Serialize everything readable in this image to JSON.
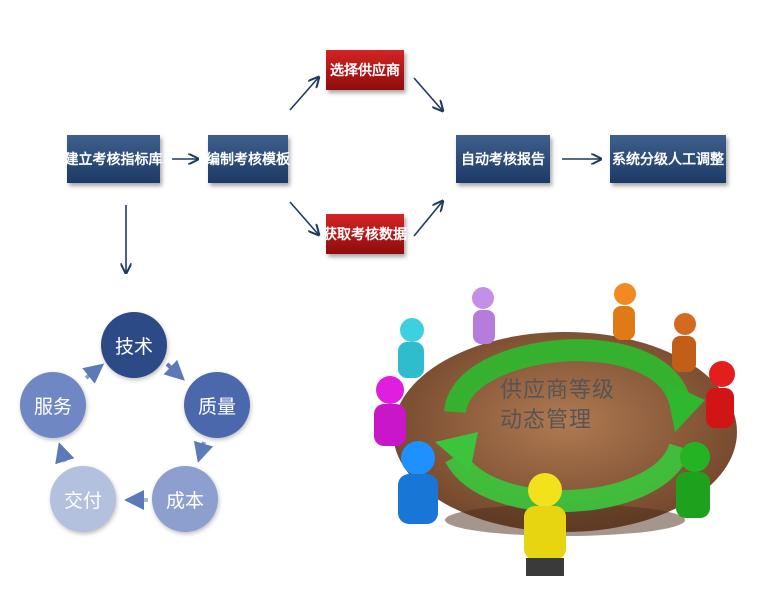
{
  "flow": {
    "build_index": "建立考核指标库",
    "edit_template": "编制考核模板",
    "select_supplier": "选择供应商",
    "get_data": "获取考核数据",
    "auto_report": "自动考核报告",
    "manual_adjust": "系统分级人工调整"
  },
  "cycle": {
    "tech": "技术",
    "quality": "质量",
    "cost": "成本",
    "delivery": "交付",
    "service": "服务"
  },
  "scene": {
    "line1": "供应商等级",
    "line2": "动态管理"
  },
  "colors": {
    "box_blue": "#1c3a66",
    "box_red": "#b01414",
    "arrow": "#1e3a5f",
    "circle_dark": "#2c4a86",
    "circle_light": "#b3c0de",
    "green_arrow": "#2fb82f",
    "table": "#8b5a3c"
  }
}
